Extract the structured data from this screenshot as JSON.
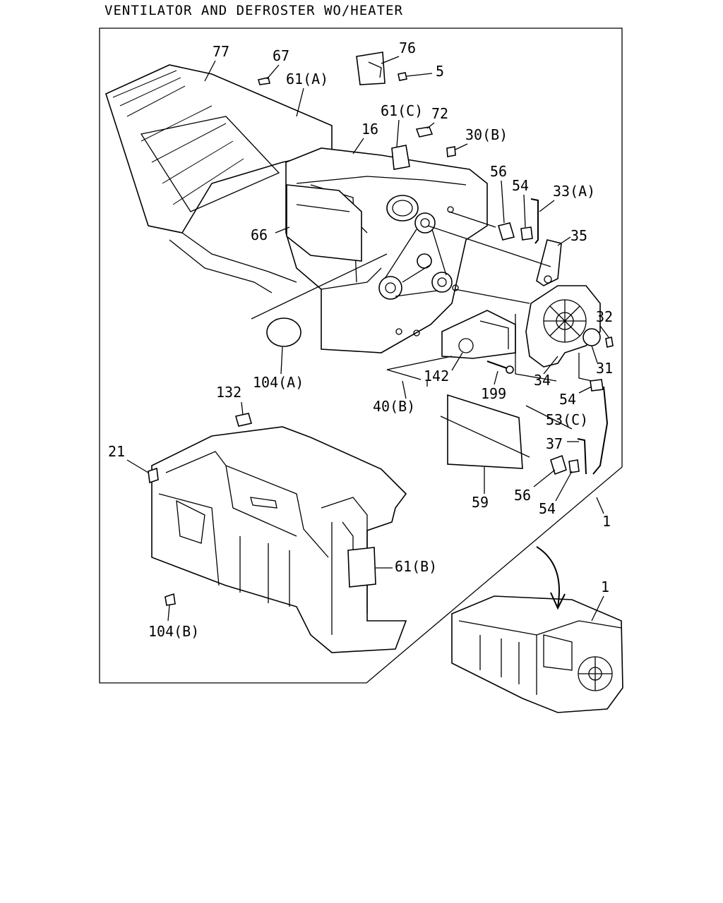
{
  "title": "VENTILATOR AND DEFROSTER WO/HEATER",
  "callouts": [
    {
      "id": "c77",
      "text": "77"
    },
    {
      "id": "c67",
      "text": "67"
    },
    {
      "id": "c76",
      "text": "76"
    },
    {
      "id": "c5",
      "text": "5"
    },
    {
      "id": "c61a",
      "text": "61(A)"
    },
    {
      "id": "c61c",
      "text": "61(C)"
    },
    {
      "id": "c72",
      "text": "72"
    },
    {
      "id": "c16",
      "text": "16"
    },
    {
      "id": "c30b",
      "text": "30(B)"
    },
    {
      "id": "c56a",
      "text": "56"
    },
    {
      "id": "c54a",
      "text": "54"
    },
    {
      "id": "c33a",
      "text": "33(A)"
    },
    {
      "id": "c35",
      "text": "35"
    },
    {
      "id": "c66",
      "text": "66"
    },
    {
      "id": "c32",
      "text": "32"
    },
    {
      "id": "c31",
      "text": "31"
    },
    {
      "id": "c34",
      "text": "34"
    },
    {
      "id": "c104a",
      "text": "104(A)"
    },
    {
      "id": "c142",
      "text": "142"
    },
    {
      "id": "c199",
      "text": "199"
    },
    {
      "id": "c40b",
      "text": "40(B)"
    },
    {
      "id": "c54b",
      "text": "54"
    },
    {
      "id": "c53c",
      "text": "53(C)"
    },
    {
      "id": "c132",
      "text": "132"
    },
    {
      "id": "c21",
      "text": "21"
    },
    {
      "id": "c37",
      "text": "37"
    },
    {
      "id": "c59",
      "text": "59"
    },
    {
      "id": "c56b",
      "text": "56"
    },
    {
      "id": "c54c",
      "text": "54"
    },
    {
      "id": "c1a",
      "text": "1"
    },
    {
      "id": "c61b",
      "text": "61(B)"
    },
    {
      "id": "c104b",
      "text": "104(B)"
    },
    {
      "id": "c1b",
      "text": "1"
    }
  ]
}
